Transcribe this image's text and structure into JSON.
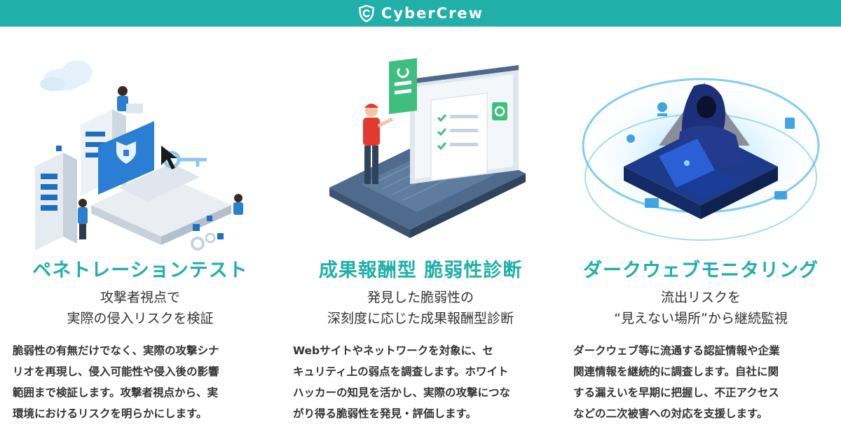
{
  "header": {
    "brand_name": "CyberCrew",
    "logo_icon": "cybercrew-shield-icon",
    "bar_color": "#20afa9"
  },
  "accent_color": "#20afa9",
  "services": [
    {
      "title": "ペネトレーションテスト",
      "subtitle_lines": [
        "攻撃者視点で",
        "実際の侵入リスクを検証"
      ],
      "body_lines": [
        "脆弱性の有無だけでなく、実際の攻撃シナ",
        "リオを再現し、侵入可能性や侵入後の影響",
        "範囲まで検証します。攻撃者視点から、実",
        "環境におけるリスクを明らかにします。"
      ],
      "illustration": "server-security-isometric-illustration"
    },
    {
      "title": "成果報酬型 脆弱性診断",
      "subtitle_lines": [
        "発見した脆弱性の",
        "深刻度に応じた成果報酬型診断"
      ],
      "body_lines": [
        "Webサイトやネットワークを対象に、セ",
        "キュリティ上の弱点を調査します。ホワイト",
        "ハッカーの知見を活かし、実際の攻撃につな",
        "がり得る脆弱性を発見・評価します。"
      ],
      "illustration": "laptop-checklist-inspector-illustration"
    },
    {
      "title": "ダークウェブモニタリング",
      "subtitle_lines": [
        "流出リスクを",
        "“見えない場所”から継続監視"
      ],
      "body_lines": [
        "ダークウェブ等に流通する認証情報や企業",
        "関連情報を継続的に調査します。自社に関",
        "する漏えいを早期に把握し、不正アクセス",
        "などの二次被害への対応を支援します。"
      ],
      "illustration": "hooded-hacker-dark-web-illustration"
    }
  ]
}
